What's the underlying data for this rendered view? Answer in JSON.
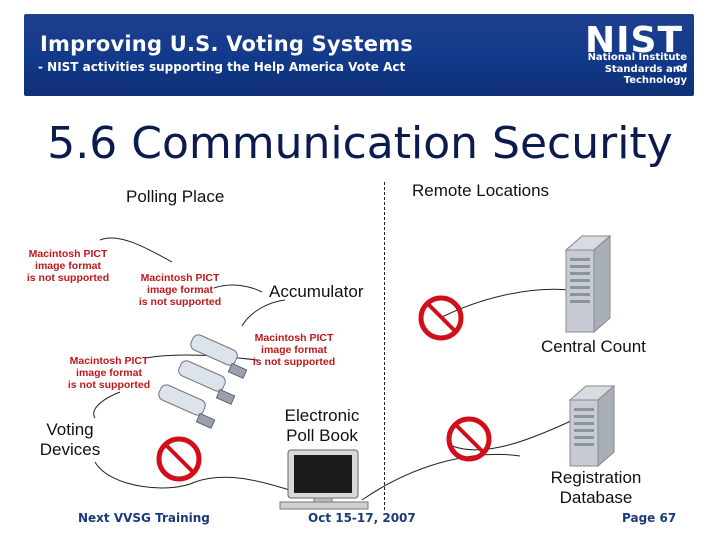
{
  "banner": {
    "title": "Improving U.S. Voting Systems",
    "subtitle": "- NIST activities supporting the Help America Vote Act",
    "logo": "NIST",
    "org_line1": "National Institute of",
    "org_line2": "Standards and Technology"
  },
  "slide": {
    "title": "5.6 Communication Security"
  },
  "labels": {
    "polling_place": "Polling Place",
    "remote_locations": "Remote Locations",
    "accumulator": "Accumulator",
    "central_count": "Central Count",
    "electronic_poll_book_1": "Electronic",
    "electronic_poll_book_2": "Poll Book",
    "voting_devices_1": "Voting",
    "voting_devices_2": "Devices",
    "registration_db_1": "Registration",
    "registration_db_2": "Database"
  },
  "placeholders": [
    {
      "line1": "Macintosh PICT",
      "line2": "image format",
      "line3": "is not supported"
    },
    {
      "line1": "Macintosh PICT",
      "line2": "image format",
      "line3": "is not supported"
    },
    {
      "line1": "Macintosh PICT",
      "line2": "image format",
      "line3": "is not supported"
    },
    {
      "line1": "Macintosh PICT",
      "line2": "image format",
      "line3": "is not supported"
    }
  ],
  "icons": [
    "no-symbol-icon",
    "server-icon",
    "usb-drive-icon",
    "computer-icon"
  ],
  "footer": {
    "left": "Next VVSG Training",
    "middle": "Oct 15-17, 2007",
    "right": "Page 67"
  },
  "colors": {
    "banner": "#123a8a",
    "title": "#0b1a4f",
    "no_symbol": "#d10f1a",
    "pict_text": "#c0171b",
    "footer": "#1b3a7a"
  }
}
